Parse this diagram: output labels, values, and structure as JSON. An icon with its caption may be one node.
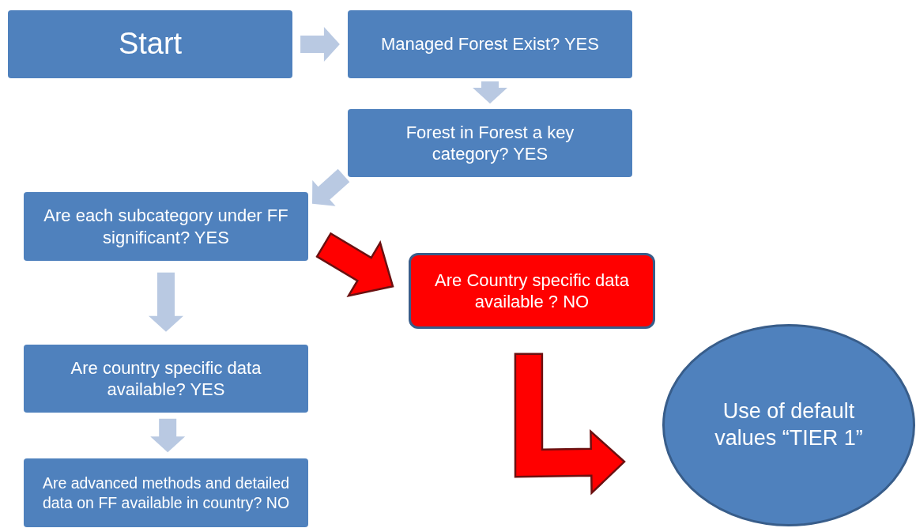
{
  "diagram": {
    "nodes": [
      {
        "text": [
          "Start"
        ]
      },
      {
        "text": [
          "Managed Forest Exist? YES"
        ]
      },
      {
        "text": [
          "Forest in Forest a key category? YES"
        ]
      },
      {
        "text": [
          "Are each subcategory under FF significant? YES"
        ]
      },
      {
        "text": [
          "Are Country specific data available ? NO"
        ]
      },
      {
        "text": [
          "Are country specific data available? YES"
        ]
      },
      {
        "text": [
          "Are advanced methods and detailed data on FF available in country? NO"
        ]
      },
      {
        "text": [
          "Use of default values “TIER 1”"
        ]
      }
    ],
    "edges": [
      {
        "from": 0,
        "to": 1,
        "arrow": "to"
      },
      {
        "from": 1,
        "to": 2,
        "arrow": "to"
      },
      {
        "from": 2,
        "to": 3,
        "arrow": "to"
      },
      {
        "from": 3,
        "to": 4,
        "arrow": "to",
        "style": "thick",
        "color": "#ff0000"
      },
      {
        "from": 3,
        "to": 5,
        "arrow": "to"
      },
      {
        "from": 5,
        "to": 6,
        "arrow": "to"
      },
      {
        "from": 4,
        "to": 7,
        "arrow": "to",
        "style": "thick",
        "color": "#ff0000"
      }
    ]
  }
}
